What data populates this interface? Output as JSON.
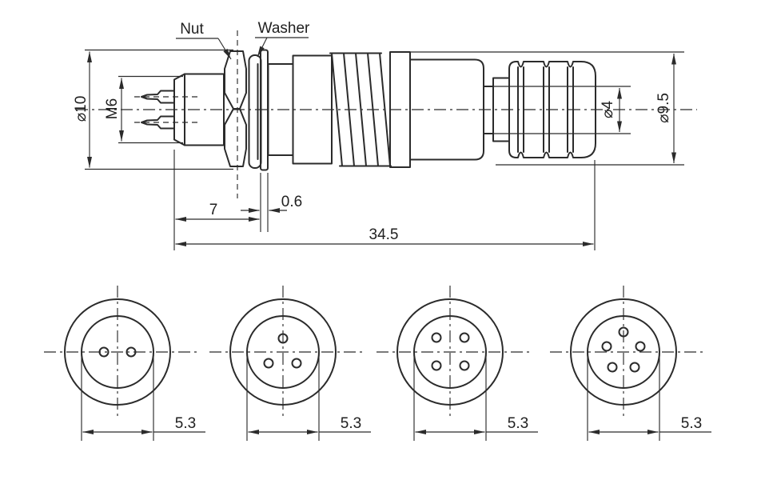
{
  "drawing": {
    "side_view": {
      "callouts": {
        "nut": "Nut",
        "washer": "Washer"
      },
      "dimensions": {
        "outer_diameter": "⌀10",
        "thread": "M6",
        "thread_length": "7",
        "washer_thickness": "0.6",
        "total_length": "34.5",
        "cable_hole_diameter": "⌀4",
        "rear_body_diameter": "⌀9.5"
      }
    },
    "face_views": [
      {
        "pins": 2,
        "pitch": "5.3"
      },
      {
        "pins": 3,
        "pitch": "5.3"
      },
      {
        "pins": 4,
        "pitch": "5.3"
      },
      {
        "pins": 5,
        "pitch": "5.3"
      }
    ],
    "colors": {
      "line": "#2b2b2b",
      "background": "#ffffff"
    }
  }
}
